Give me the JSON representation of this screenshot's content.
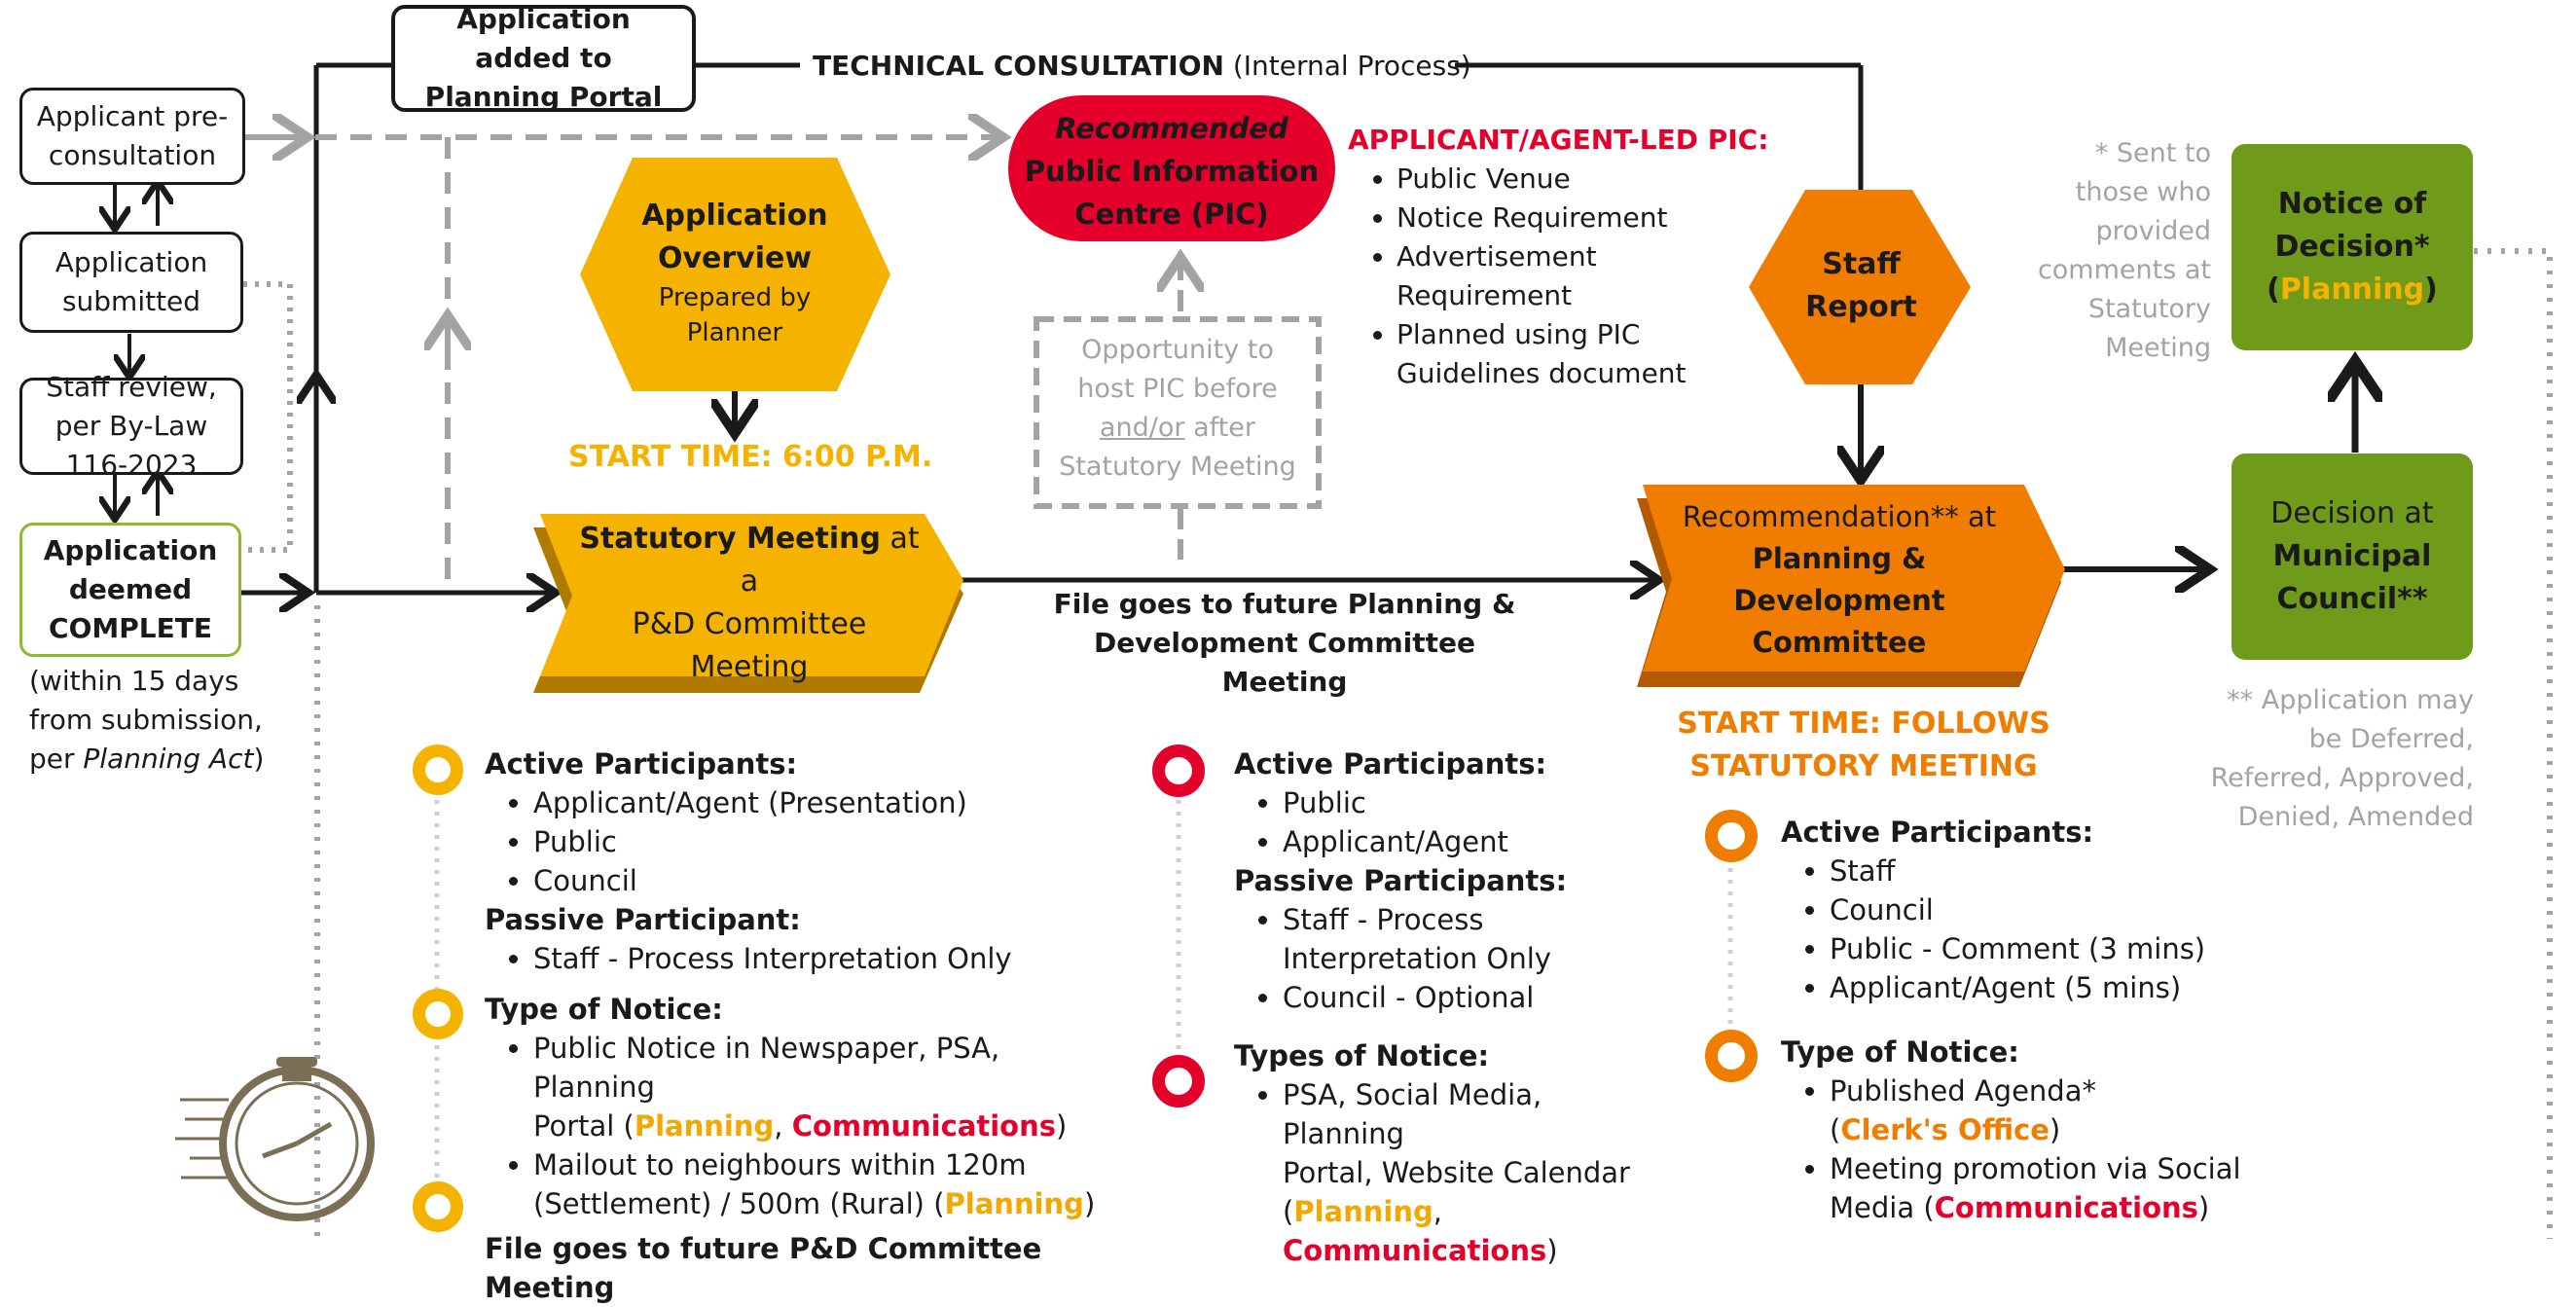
{
  "left_column": {
    "pre_consultation": "Applicant pre-consultation",
    "submitted": "Application submitted",
    "staff_review": "Staff review, per By-Law 116-2023",
    "complete": "Application deemed COMPLETE",
    "complete_note_1": "(within 15 days",
    "complete_note_2": "from submission,",
    "complete_note_3": "per ",
    "complete_note_italic": "Planning Act",
    "complete_note_end": ")"
  },
  "portal_box": "Application added to Planning Portal",
  "technical_consultation": {
    "bold": "TECHNICAL CONSULTATION",
    "normal": " (Internal Process)"
  },
  "overview_hex": {
    "title": "Application Overview",
    "sub": "Prepared by Planner"
  },
  "start_time_1": "START TIME: 6:00 P.M.",
  "statutory_chevron": {
    "bold": "Statutory Meeting",
    "rest_1": " at a",
    "rest_2": "P&D Committee",
    "rest_3": "Meeting"
  },
  "pic_oval": {
    "italic": "Recommended",
    "line2": "Public Information",
    "line3": "Centre (PIC)"
  },
  "pic_opportunity": {
    "l1": "Opportunity to",
    "l2": "host PIC before",
    "l3_u": "and/or",
    "l3_rest": " after",
    "l4": "Statutory Meeting"
  },
  "applicant_led_pic": {
    "title": "APPLICANT/AGENT-LED PIC:",
    "items": [
      "Public Venue",
      "Notice Requirement",
      "Advertisement Requirement",
      "Planned using PIC Guidelines document"
    ]
  },
  "file_goes": {
    "l1": "File goes to future Planning &",
    "l2": "Development Committee Meeting"
  },
  "staff_report": {
    "l1": "Staff",
    "l2": "Report"
  },
  "recommendation_chevron": {
    "l1": "Recommendation** at",
    "l2": "Planning &",
    "l3": "Development",
    "l4": "Committee"
  },
  "start_time_2": {
    "l1": "START TIME: FOLLOWS",
    "l2": "STATUTORY MEETING"
  },
  "notice_of_decision": {
    "l1": "Notice of",
    "l2": "Decision*",
    "l3_open": "(",
    "l3_colored": "Planning",
    "l3_close": ")"
  },
  "sent_note": [
    "* Sent to",
    "those who",
    "provided",
    "comments at",
    "Statutory",
    "Meeting"
  ],
  "decision_box": {
    "l1": "Decision at",
    "l2": "Municipal",
    "l3": "Council**"
  },
  "deferred_note": [
    "** Application may",
    "be Deferred,",
    "Referred, Approved,",
    "Denied, Amended"
  ],
  "section_statutory": {
    "active_title": "Active Participants:",
    "active_items": [
      "Applicant/Agent (Presentation)",
      "Public",
      "Council"
    ],
    "passive_title": "Passive Participant:",
    "passive_items": [
      "Staff - Process Interpretation Only"
    ],
    "notice_title": "Type of Notice:",
    "notice_1a": "Public Notice in Newspaper, PSA, Planning",
    "notice_1b_open": "Portal (",
    "notice_1b_planning": "Planning",
    "notice_1b_comma": ", ",
    "notice_1b_comms": "Communications",
    "notice_1b_close": ")",
    "notice_2a": "Mailout to neighbours within 120m",
    "notice_2b": "(Settlement) / 500m (Rural) (",
    "notice_2b_planning": "Planning",
    "notice_2b_close": ")",
    "file_title": "File goes to future P&D Committee Meeting"
  },
  "section_pic": {
    "active_title": "Active Participants:",
    "active_items": [
      "Public",
      "Applicant/Agent"
    ],
    "passive_title": "Passive Participants:",
    "passive_items": [
      "Staff - Process Interpretation Only",
      "Council - Optional"
    ],
    "notice_title": "Types of Notice:",
    "notice_a": "PSA, Social Media, Planning",
    "notice_b": "Portal, Website Calendar",
    "notice_c_open": "(",
    "notice_c_planning": "Planning",
    "notice_c_comma": ", ",
    "notice_c_comms": "Communications",
    "notice_c_close": ")"
  },
  "section_committee": {
    "active_title": "Active Participants:",
    "active_items": [
      "Staff",
      "Council",
      "Public - Comment (3 mins)",
      "Applicant/Agent (5 mins)"
    ],
    "notice_title": "Type of Notice:",
    "notice_1a": "Published Agenda*",
    "notice_1b_open": "(",
    "notice_1b_clerk": "Clerk's Office",
    "notice_1b_close": ")",
    "notice_2a": "Meeting promotion via Social",
    "notice_2b_open": "Media (",
    "notice_2b_comms": "Communications",
    "notice_2b_close": ")"
  },
  "colors": {
    "yellow": "#f5b300",
    "red": "#e4002b",
    "orange": "#f07d00",
    "green": "#6f9a1a",
    "grey": "#a3a3a3"
  }
}
